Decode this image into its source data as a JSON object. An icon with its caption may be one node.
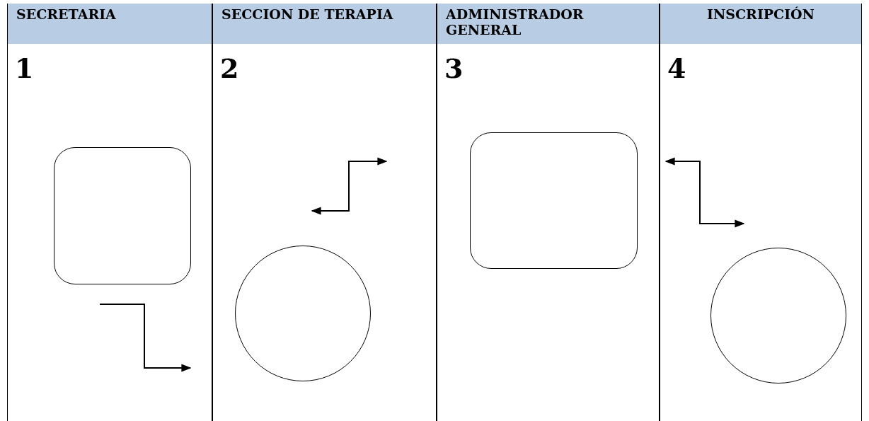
{
  "diagram": {
    "nodes": [
      {
        "text": [
          "SECRETARIA",
          "1"
        ]
      },
      {
        "text": [],
        "shape": "box",
        "in": 0
      },
      {
        "text": [
          "SECCION DE TERAPIA",
          "2"
        ]
      },
      {
        "text": [],
        "shape": "circle",
        "in": 2
      },
      {
        "text": [
          "ADMINISTRADOR GENERAL",
          "3"
        ]
      },
      {
        "text": [],
        "shape": "box",
        "in": 4
      },
      {
        "text": [
          "INSCRIPCIÓN",
          "4"
        ]
      },
      {
        "text": [],
        "shape": "circle",
        "in": 6
      }
    ]
  }
}
